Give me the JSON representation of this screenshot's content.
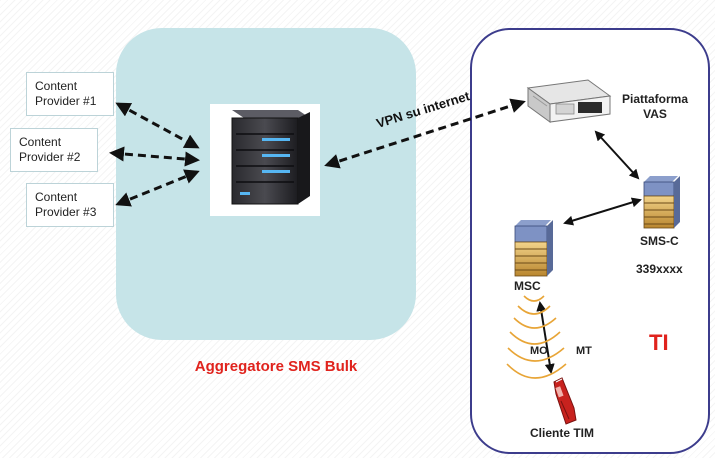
{
  "content_providers": [
    {
      "line1": "Content",
      "line2": "Provider #1"
    },
    {
      "line1": "Content",
      "line2": "Provider #2"
    },
    {
      "line1": "Content",
      "line2": "Provider #3"
    }
  ],
  "aggregator": {
    "label": "Aggregatore SMS Bulk"
  },
  "vpn_link": {
    "label": "VPN su internet"
  },
  "vas_platform": {
    "line1": "Piattaforma",
    "line2": "VAS"
  },
  "smsc": {
    "label": "SMS-C",
    "number": "339xxxx"
  },
  "msc": {
    "label": "MSC"
  },
  "radio": {
    "mo": "MO",
    "mt": "MT"
  },
  "customer": {
    "label": "Cliente TIM"
  },
  "operator_logo": "TI",
  "colors": {
    "aggregator_fill": "#c6e4e8",
    "operator_border": "#3c3c8c",
    "accent_red": "#e0231d"
  },
  "icons": [
    "server-icon",
    "vas-platform-icon",
    "smsc-server-icon",
    "msc-server-icon",
    "radio-waves-icon",
    "mobile-phone-icon"
  ]
}
